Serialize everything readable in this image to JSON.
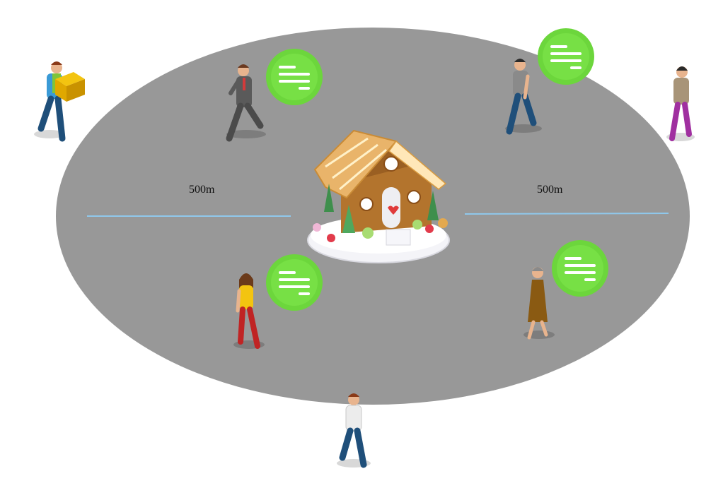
{
  "zone": {
    "fill": "#989898",
    "line_color": "#8fc8ec"
  },
  "distance_labels": {
    "left": "500m",
    "right": "500m"
  },
  "message_badges": [
    {
      "icon": "message-lines-icon",
      "color": "#6cd63c"
    },
    {
      "icon": "message-lines-icon",
      "color": "#6cd63c"
    },
    {
      "icon": "message-lines-icon",
      "color": "#6cd63c"
    },
    {
      "icon": "message-lines-icon",
      "color": "#6cd63c"
    }
  ],
  "people_inside_zone": [
    "man-in-suit",
    "man-in-grey-shirt",
    "woman-in-yellow-top",
    "woman-in-brown-dress"
  ],
  "people_outside_zone": [
    "delivery-man-with-box",
    "woman-in-purple-pants",
    "man-in-white-shirt"
  ],
  "center_icon": "gingerbread-house-icon"
}
